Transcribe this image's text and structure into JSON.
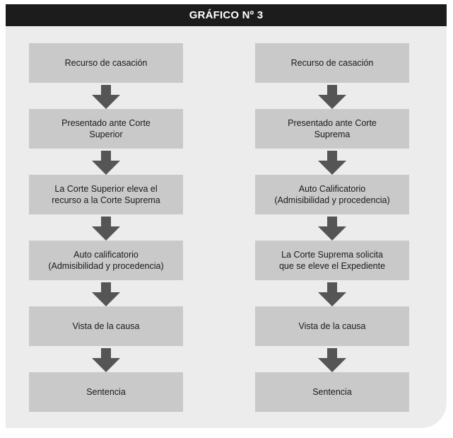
{
  "header": {
    "title": "GRÁFICO Nº 3"
  },
  "colors": {
    "header_bg": "#1c1c1c",
    "panel_bg": "#ececec",
    "box_bg": "#c9c9c9",
    "arrow": "#555555"
  },
  "left_column": {
    "steps": [
      "Recurso de casación",
      "Presentado ante Corte\nSuperior",
      "La Corte Superior eleva el\nrecurso a la Corte Suprema",
      "Auto calificatorio\n(Admisibilidad y procedencia)",
      "Vista de la causa",
      "Sentencia"
    ]
  },
  "right_column": {
    "steps": [
      "Recurso de casación",
      "Presentado ante Corte\nSuprema",
      "Auto Calificatorio\n(Admisibilidad y procedencia)",
      "La Corte Suprema solicita\nque se eleve el Expediente",
      "Vista de la causa",
      "Sentencia"
    ]
  }
}
